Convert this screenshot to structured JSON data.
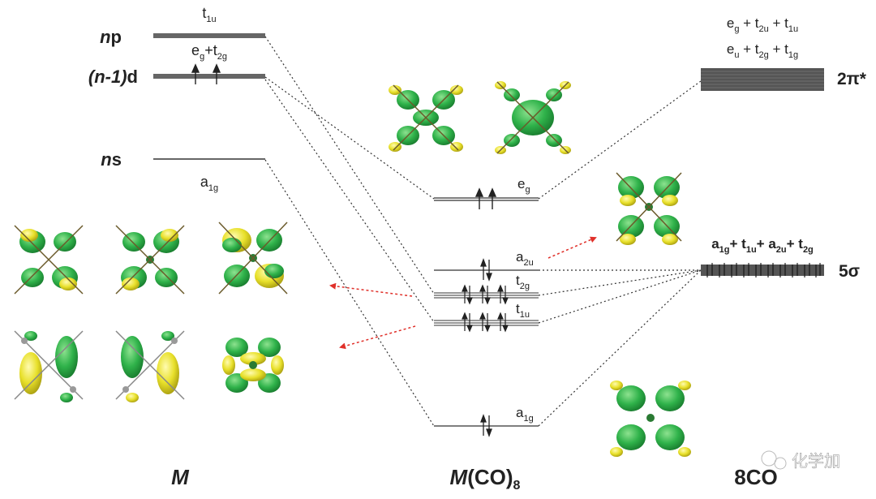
{
  "columns": {
    "metal": "M",
    "complex_italic": "M",
    "complex_rest": "(CO)",
    "complex_sub": "8",
    "ligand": "8CO"
  },
  "metal_levels": {
    "np": {
      "prefix": "n",
      "suffix": "p",
      "sym_base": "t",
      "sym_sub": "1u"
    },
    "nd": {
      "prefix": "(n-1)",
      "suffix": "d",
      "sym": "e",
      "sym_sub1": "g",
      "plus": "+t",
      "sym_sub2": "2g"
    },
    "ns": {
      "prefix": "n",
      "suffix": "s",
      "sym_base": "a",
      "sym_sub": "1g"
    }
  },
  "complex_levels": [
    {
      "base": "e",
      "sub": "g"
    },
    {
      "base": "a",
      "sub": "2u"
    },
    {
      "base": "t",
      "sub": "2g"
    },
    {
      "base": "t",
      "sub": "1u"
    },
    {
      "base": "a",
      "sub": "1g"
    }
  ],
  "ligand_levels": {
    "pi_label": "2π*",
    "pi_line1": {
      "p1": "e",
      "s1": "g",
      "p2": " + t",
      "s2": "2u",
      "p3": " + t",
      "s3": "1u"
    },
    "pi_line2": {
      "p1": "e",
      "s1": "u",
      "p2": " + t",
      "s2": "2g",
      "p3": " + t",
      "s3": "1g"
    },
    "sigma_label": "5σ",
    "sigma_line": {
      "p1": "a",
      "s1": "1g",
      "p2": "+ t",
      "s2": "1u",
      "p3": "+ a",
      "s3": "2u",
      "p4": "+ t",
      "s4": "2g"
    }
  },
  "watermark": "化学加",
  "colors": {
    "lobe_green": "#2fb24a",
    "lobe_yellow": "#e8e02a",
    "arrow_red": "#e0302a",
    "level_gray": "#666666"
  }
}
